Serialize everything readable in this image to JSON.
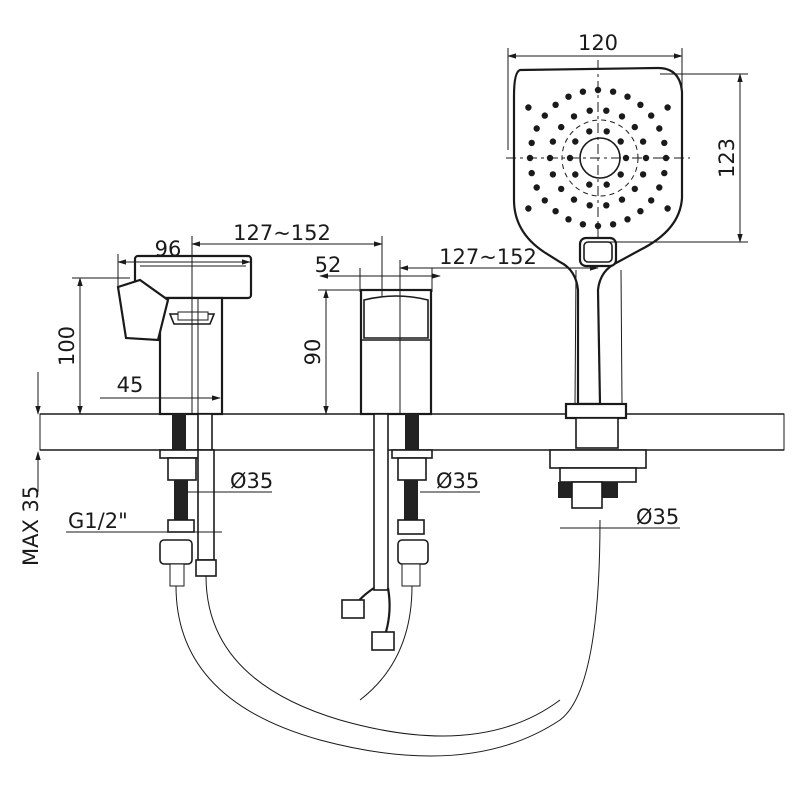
{
  "drawing": {
    "dimensions": {
      "head_width": "120",
      "head_height": "123",
      "spout_length": "96",
      "spacing_1": "127~152",
      "spacing_2": "127~152",
      "valve_width": "52",
      "spout_height": "100",
      "valve_height": "90",
      "spout_base": "45",
      "hole_1": "Ø35",
      "hole_2": "Ø35",
      "hole_3": "Ø35",
      "thread": "G1/2\"",
      "max_thickness": "MAX 35"
    }
  }
}
